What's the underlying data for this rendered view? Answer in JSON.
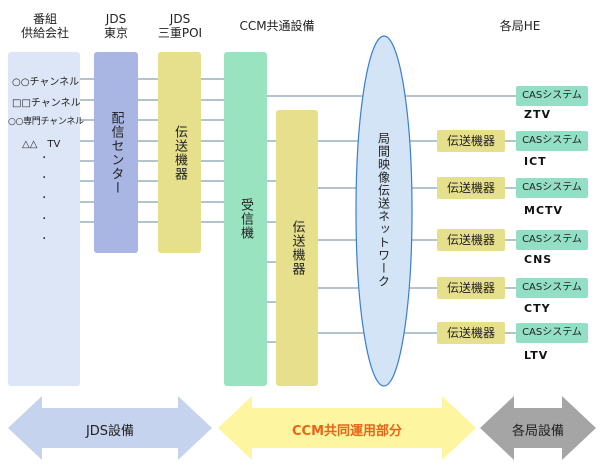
{
  "headers": {
    "supplier": [
      "番組",
      "供給会社"
    ],
    "jds_tokyo": [
      "JDS",
      "東京"
    ],
    "jds_mie": [
      "JDS",
      "三重POI"
    ],
    "ccm": "CCM共通設備",
    "he": "各局HE"
  },
  "channels": [
    "○○チャンネル",
    "□□チャンネル",
    "○○専門チャンネル",
    "△△　TV"
  ],
  "blocks": {
    "distribution_center": "配信センター",
    "jds_transmitter": "伝送機器",
    "receiver": "受信機",
    "ccm_transmitter": "伝送機器",
    "network": "局間映像伝送ネットワーク"
  },
  "stations": [
    {
      "name": "ZTV",
      "cas": "CASシステム",
      "transmitter": ""
    },
    {
      "name": "ICT",
      "cas": "CASシステム",
      "transmitter": "伝送機器"
    },
    {
      "name": "MCTV",
      "cas": "CASシステム",
      "transmitter": "伝送機器"
    },
    {
      "name": "CNS",
      "cas": "CASシステム",
      "transmitter": "伝送機器"
    },
    {
      "name": "CTY",
      "cas": "CASシステム",
      "transmitter": "伝送機器"
    },
    {
      "name": "LTV",
      "cas": "CASシステム",
      "transmitter": "伝送機器"
    }
  ],
  "footer": {
    "jds": "JDS設備",
    "ccm": "CCM共同運用部分",
    "he": "各局設備"
  },
  "colors": {
    "supplier": "#dde6f6",
    "distribution": "#a9b6e3",
    "transmitter": "#e6df8c",
    "receiver": "#99e3c0",
    "network": "#d4e4f7",
    "cas": "#92dfc6",
    "line": "#9ab0bc",
    "ccm_label": "#e86418"
  }
}
